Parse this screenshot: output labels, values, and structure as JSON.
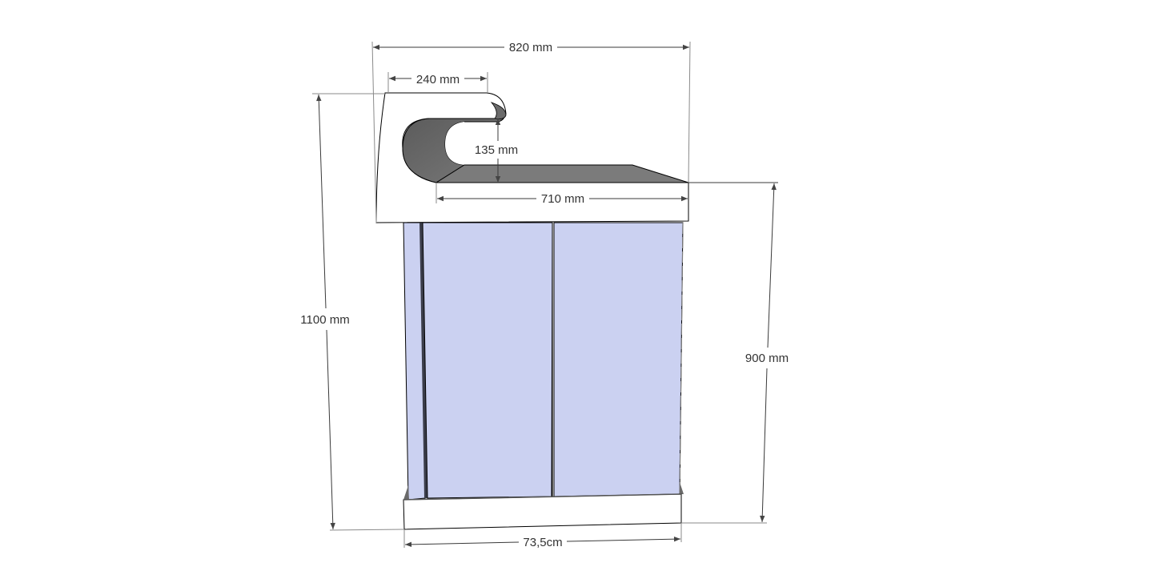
{
  "diagram": {
    "type": "technical-elevation-drawing",
    "subject": "cabinet with curved top shelf",
    "colors": {
      "background": "#ffffff",
      "body_fill": "#ffffff",
      "door_fill": "#cbd1f1",
      "shadow_fill": "#6f6f6f",
      "edge_stroke": "#000000",
      "dimension_stroke": "#3a3a3a",
      "label_text": "#333333"
    },
    "dimensions": {
      "overall_width": {
        "label": "820 mm",
        "value": 820,
        "unit": "mm"
      },
      "top_shelf_width": {
        "label": "240 mm",
        "value": 240,
        "unit": "mm"
      },
      "opening_height": {
        "label": "135 mm",
        "value": 135,
        "unit": "mm"
      },
      "worktop_depth": {
        "label": "710 mm",
        "value": 710,
        "unit": "mm"
      },
      "overall_height": {
        "label": "1100 mm",
        "value": 1100,
        "unit": "mm"
      },
      "counter_height": {
        "label": "900 mm",
        "value": 900,
        "unit": "mm"
      },
      "base_width": {
        "label": "73,5cm",
        "value": 73.5,
        "unit": "cm"
      }
    },
    "parts": {
      "top_section": "curved top with C-shaped recess",
      "doors": [
        "left door",
        "right door"
      ],
      "plinth": "base plinth"
    }
  }
}
